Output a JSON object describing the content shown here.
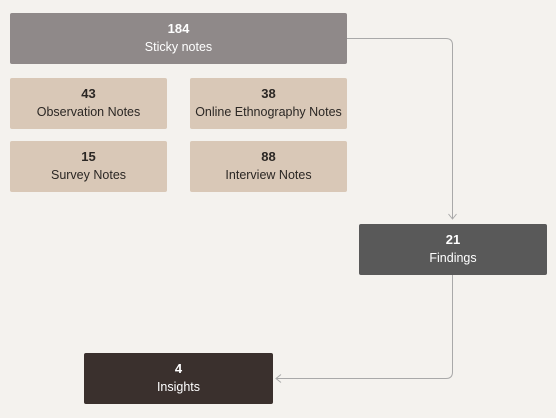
{
  "sticky_notes": {
    "count": "184",
    "label": "Sticky notes"
  },
  "sources": [
    {
      "count": "43",
      "label": "Observation Notes"
    },
    {
      "count": "38",
      "label": "Online Ethnography Notes"
    },
    {
      "count": "15",
      "label": "Survey Notes"
    },
    {
      "count": "88",
      "label": "Interview Notes"
    }
  ],
  "findings": {
    "count": "21",
    "label": "Findings"
  },
  "insights": {
    "count": "4",
    "label": "Insights"
  },
  "colors": {
    "background": "#f4f2ee",
    "sticky_box": "#8f8989",
    "source_box": "#d9c8b7",
    "findings_box": "#595959",
    "insights_box": "#3a302d",
    "connector": "#a9a9a9"
  }
}
